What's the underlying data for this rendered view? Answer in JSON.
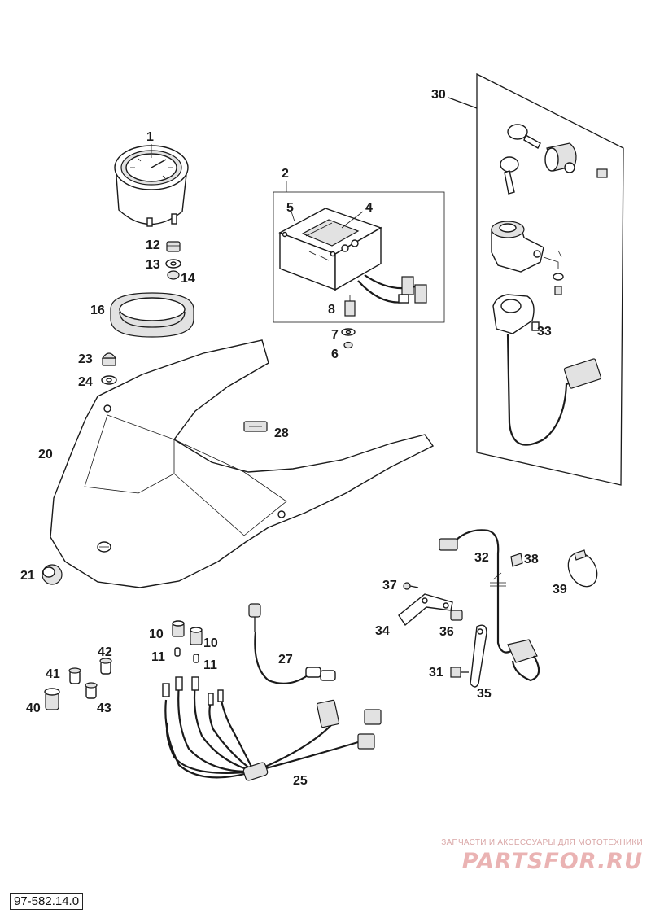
{
  "diagram": {
    "callouts": [
      "1",
      "2",
      "4",
      "5",
      "6",
      "7",
      "8",
      "10",
      "10",
      "11",
      "11",
      "12",
      "13",
      "14",
      "16",
      "20",
      "21",
      "23",
      "24",
      "25",
      "27",
      "28",
      "30",
      "31",
      "32",
      "33",
      "34",
      "35",
      "36",
      "37",
      "38",
      "39",
      "40",
      "41",
      "42",
      "43"
    ]
  },
  "watermark": {
    "subtitle": "ЗАПЧАСТИ И АКСЕССУАРЫ ДЛЯ МОТОТЕХНИКИ",
    "brand": "PARTSFOR.RU"
  },
  "drawing_number": "97-582.14.0"
}
